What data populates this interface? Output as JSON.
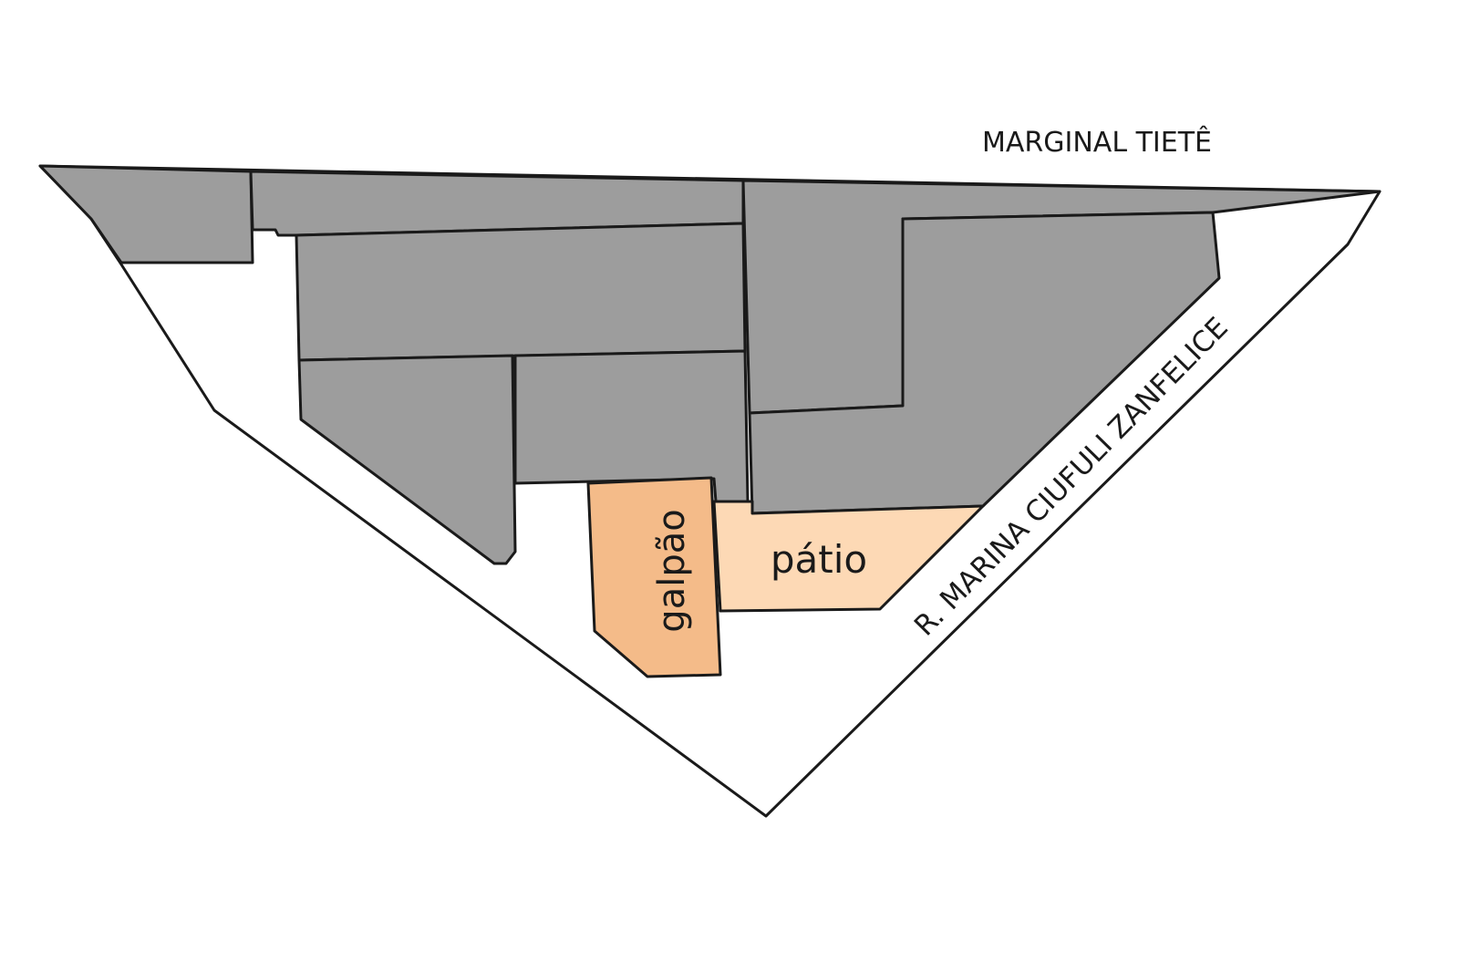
{
  "streets": {
    "top": "MARGINAL TIETÊ",
    "right": "R. MARINA CIUFULI ZANFELICE"
  },
  "areas": {
    "warehouse": "galpão",
    "yard": "pátio"
  },
  "colors": {
    "neighbor_blocks": "#9d9d9d",
    "warehouse": "#f4bb89",
    "yard": "#fdd9b5",
    "outline": "#1a1a1a"
  }
}
